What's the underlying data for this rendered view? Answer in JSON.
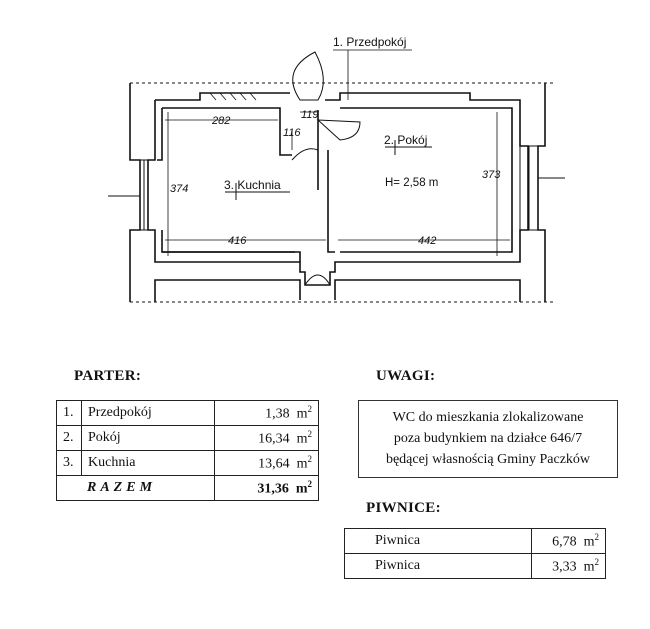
{
  "plan": {
    "rooms": [
      {
        "label": "1. Przedpokój"
      },
      {
        "label": "2. Pokój"
      },
      {
        "label": "3. Kuchnia"
      }
    ],
    "height_label": "H= 2,58 m",
    "dimensions": [
      "282",
      "119",
      "116",
      "374",
      "373",
      "416",
      "442"
    ]
  },
  "parter": {
    "title": "PARTER:",
    "rows": [
      {
        "num": "1.",
        "name": "Przedpokój",
        "area": "1,38",
        "unit": "m",
        "sup": "2"
      },
      {
        "num": "2.",
        "name": "Pokój",
        "area": "16,34",
        "unit": "m",
        "sup": "2"
      },
      {
        "num": "3.",
        "name": "Kuchnia",
        "area": "13,64",
        "unit": "m",
        "sup": "2"
      }
    ],
    "total": {
      "label": "RAZEM",
      "area": "31,36",
      "unit": "m",
      "sup": "2"
    }
  },
  "uwagi": {
    "title": "UWAGI:",
    "lines": [
      "WC do mieszkania zlokalizowane",
      "poza budynkiem na działce 646/7",
      "będącej własnością Gminy Paczków"
    ]
  },
  "piwnice": {
    "title": "PIWNICE:",
    "rows": [
      {
        "name": "Piwnica",
        "area": "6,78",
        "unit": "m",
        "sup": "2"
      },
      {
        "name": "Piwnica",
        "area": "3,33",
        "unit": "m",
        "sup": "2"
      }
    ]
  }
}
